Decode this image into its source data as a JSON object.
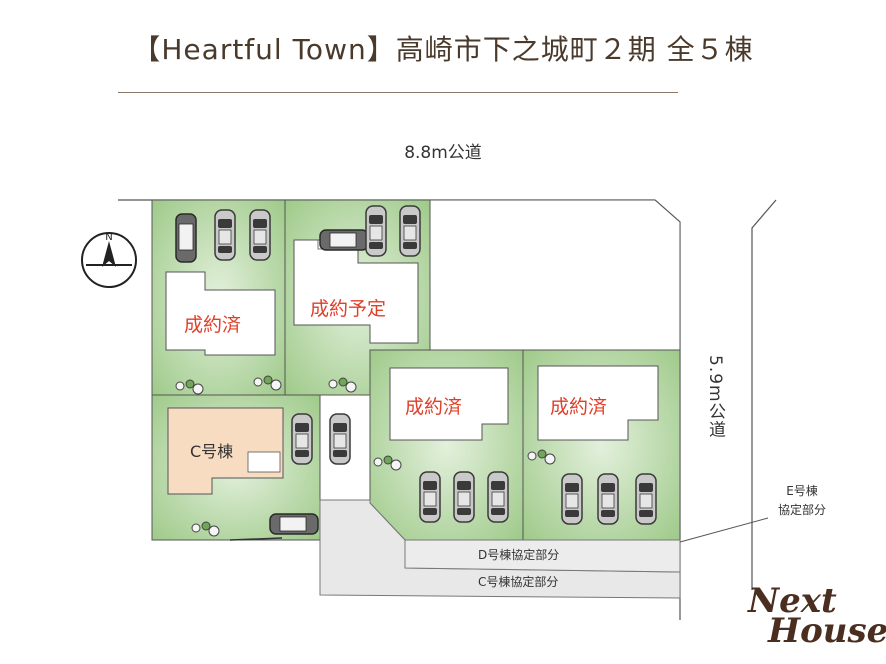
{
  "title": "【Heartful Town】高崎市下之城町２期 全５棟",
  "roads": {
    "top": "8.8m公道",
    "right": "5.9m公道"
  },
  "lots": {
    "a": "成約済",
    "b": "成約予定",
    "c": "C号棟",
    "d": "成約済",
    "e": "成約済"
  },
  "strips": {
    "d": "D号棟協定部分",
    "c": "C号棟協定部分",
    "e_line1": "E号棟",
    "e_line2": "協定部分"
  },
  "north_mark": "N",
  "brand": {
    "line1": "Next",
    "line2": "House"
  },
  "colors": {
    "lot_green": "#a9cf95",
    "lot_green_light": "#d6ead0",
    "sold_text": "#e0402a",
    "house_c": "#f8dcc2",
    "strip": "#e8e8e8",
    "brand": "#4a2e20"
  }
}
